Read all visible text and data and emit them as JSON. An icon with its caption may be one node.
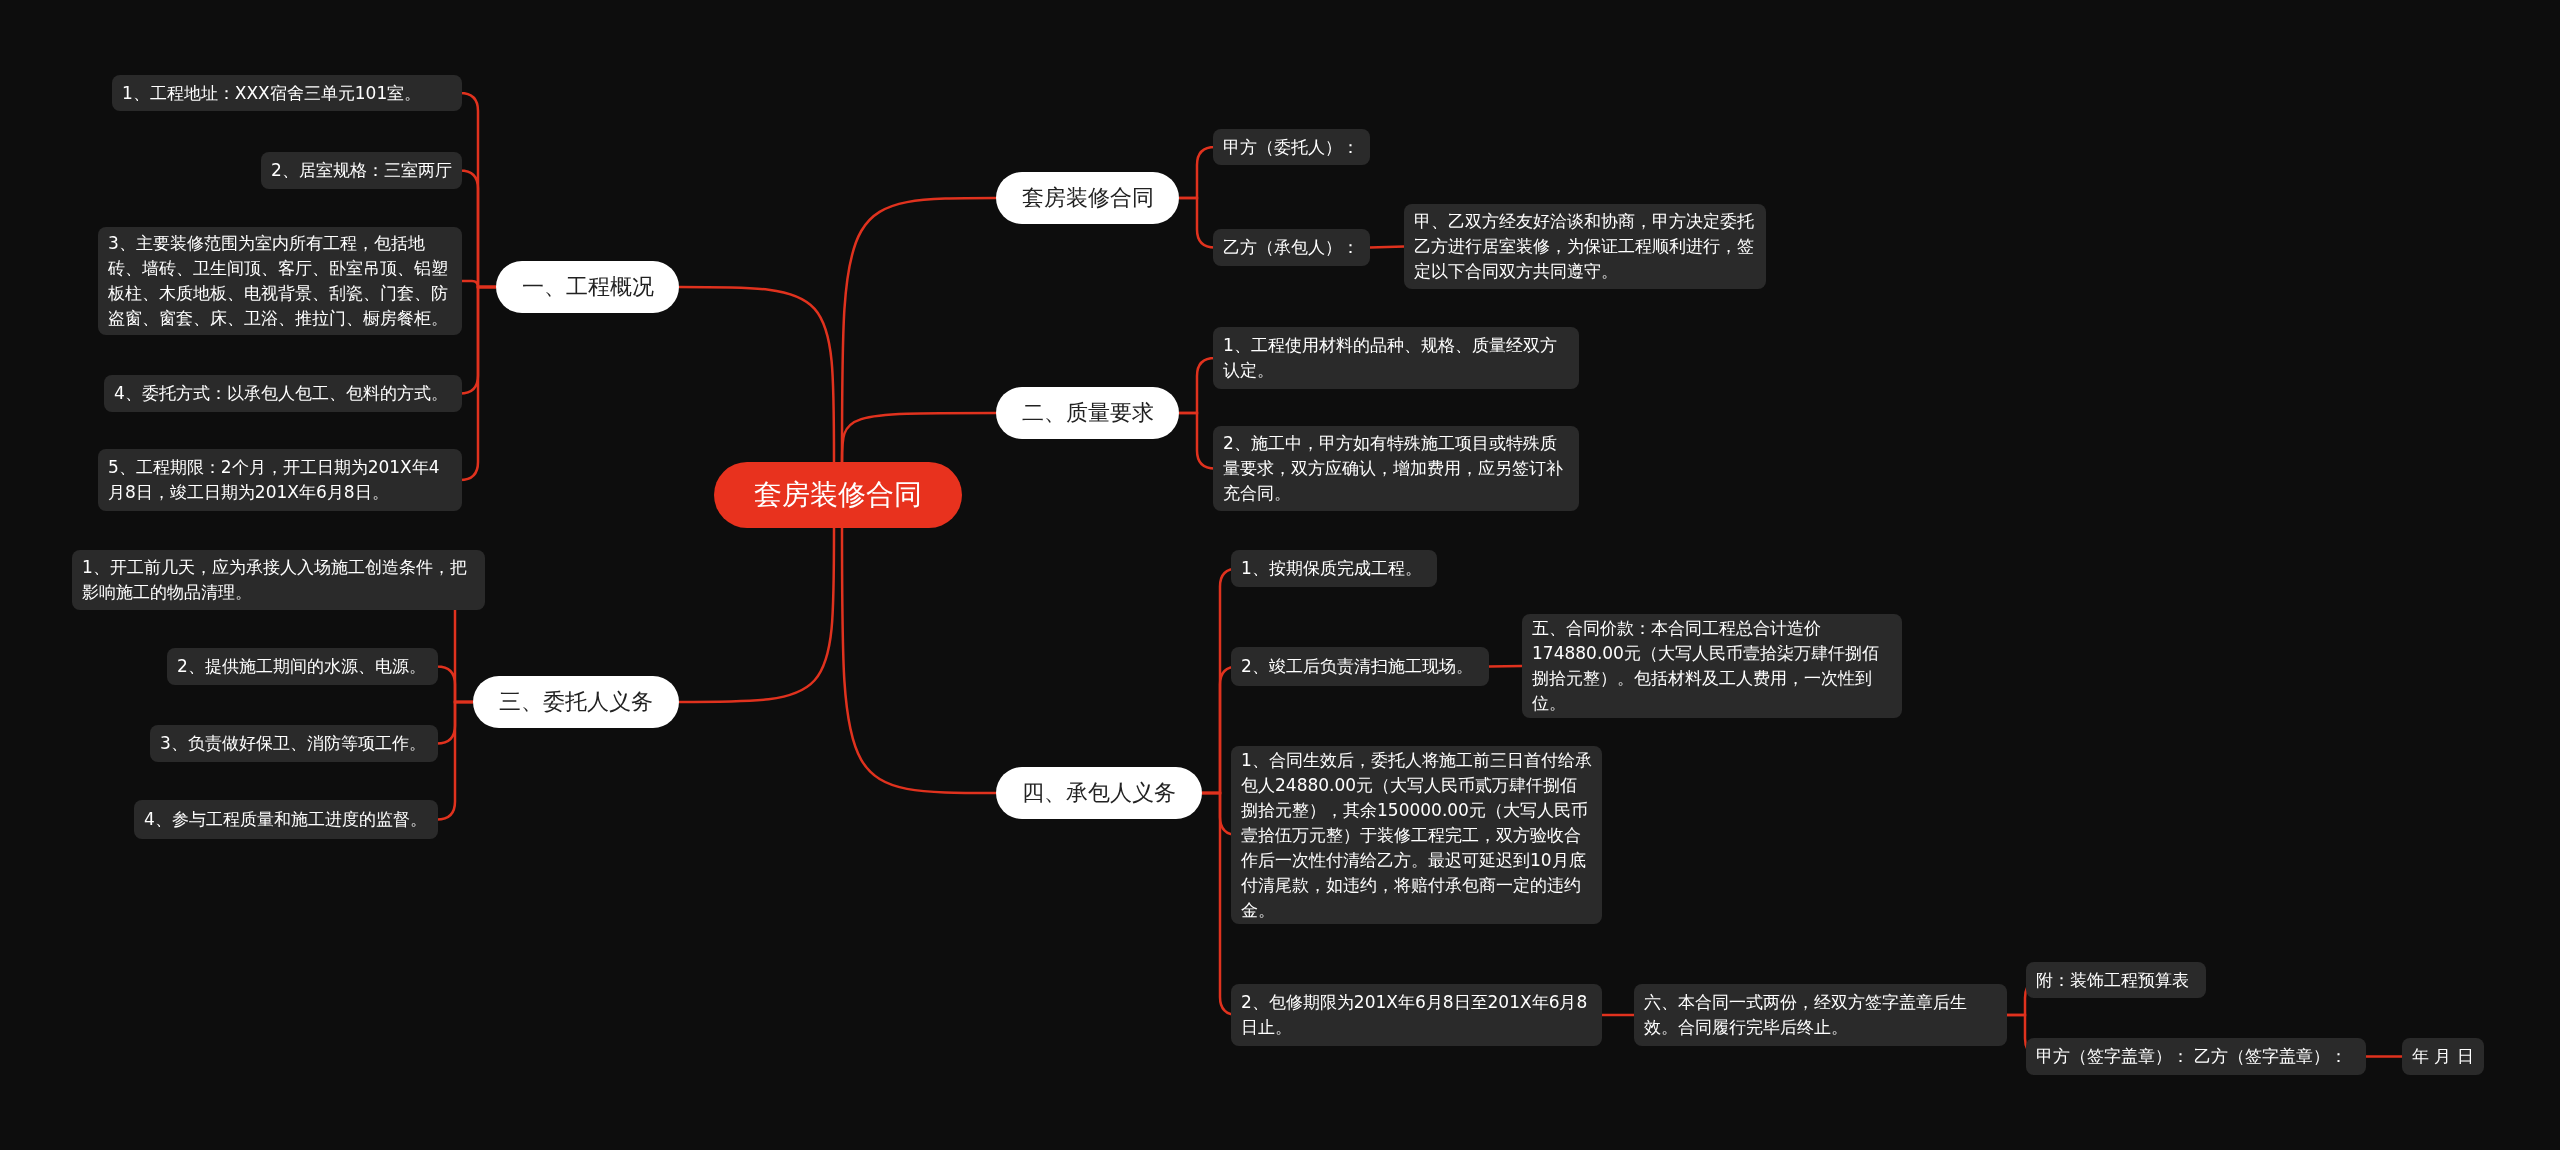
{
  "diagram": {
    "nodes": [
      {
        "text": [
          "套房装修合同"
        ]
      },
      {
        "text": [
          "一、工程概况"
        ]
      },
      {
        "text": [
          "1、工程地址：XXX宿舍三单元101室。"
        ]
      },
      {
        "text": [
          "2、居室规格：三室两厅"
        ]
      },
      {
        "text": [
          "3、主要装修范围为室内所有工程，包括地砖、墙砖、卫生间顶、客厅、卧室吊顶、铝塑板柱、木质地板、电视背景、刮瓷、门套、防盗窗、窗套、床、卫浴、推拉门、橱房餐柜。"
        ]
      },
      {
        "text": [
          "4、委托方式：以承包人包工、包料的方式。"
        ]
      },
      {
        "text": [
          "5、工程期限：2个月，开工日期为201X年4月8日，竣工日期为201X年6月8日。"
        ]
      },
      {
        "text": [
          "三、委托人义务"
        ]
      },
      {
        "text": [
          "1、开工前几天，应为承接人入场施工创造条件，把影响施工的物品清理。"
        ]
      },
      {
        "text": [
          "2、提供施工期间的水源、电源。"
        ]
      },
      {
        "text": [
          "3、负责做好保卫、消防等项工作。"
        ]
      },
      {
        "text": [
          "4、参与工程质量和施工进度的监督。"
        ]
      },
      {
        "text": [
          "套房装修合同"
        ]
      },
      {
        "text": [
          "甲方（委托人）："
        ]
      },
      {
        "text": [
          "乙方（承包人）："
        ]
      },
      {
        "text": [
          "甲、乙双方经友好洽谈和协商，甲方决定委托乙方进行居室装修，为保证工程顺利进行，签定以下合同双方共同遵守。"
        ]
      },
      {
        "text": [
          "二、质量要求"
        ]
      },
      {
        "text": [
          "1、工程使用材料的品种、规格、质量经双方认定。"
        ]
      },
      {
        "text": [
          "2、施工中，甲方如有特殊施工项目或特殊质量要求，双方应确认，增加费用，应另签订补充合同。"
        ]
      },
      {
        "text": [
          "四、承包人义务"
        ]
      },
      {
        "text": [
          "1、按期保质完成工程。"
        ]
      },
      {
        "text": [
          "2、竣工后负责清扫施工现场。"
        ]
      },
      {
        "text": [
          "五、合同价款：本合同工程总合计造价174880.00元（大写人民币壹拾柒万肆仟捌佰捌拾元整）。包括材料及工人费用，一次性到位。"
        ]
      },
      {
        "text": [
          "1、合同生效后，委托人将施工前三日首付给承包人24880.00元（大写人民币贰万肆仟捌佰捌拾元整），其余150000.00元（大写人民币壹拾伍万元整）于装修工程完工，双方验收合作后一次性付清给乙方。最迟可延迟到10月底付清尾款，如违约，将赔付承包商一定的违约金。"
        ]
      },
      {
        "text": [
          "2、包修期限为201X年6月8日至201X年6月8日止。"
        ]
      },
      {
        "text": [
          "六、本合同一式两份，经双方签字盖章后生效。合同履行完毕后终止。"
        ]
      },
      {
        "text": [
          "附：装饰工程预算表"
        ]
      },
      {
        "text": [
          "甲方（签字盖章）： 乙方（签字盖章）："
        ]
      },
      {
        "text": [
          "年 月 日"
        ]
      }
    ],
    "edges": [
      {
        "from": 0,
        "to": 1,
        "arrow": "none"
      },
      {
        "from": 1,
        "to": 2,
        "arrow": "none"
      },
      {
        "from": 1,
        "to": 3,
        "arrow": "none"
      },
      {
        "from": 1,
        "to": 4,
        "arrow": "none"
      },
      {
        "from": 1,
        "to": 5,
        "arrow": "none"
      },
      {
        "from": 1,
        "to": 6,
        "arrow": "none"
      },
      {
        "from": 0,
        "to": 7,
        "arrow": "none"
      },
      {
        "from": 7,
        "to": 8,
        "arrow": "none"
      },
      {
        "from": 7,
        "to": 9,
        "arrow": "none"
      },
      {
        "from": 7,
        "to": 10,
        "arrow": "none"
      },
      {
        "from": 7,
        "to": 11,
        "arrow": "none"
      },
      {
        "from": 0,
        "to": 12,
        "arrow": "none"
      },
      {
        "from": 12,
        "to": 13,
        "arrow": "none"
      },
      {
        "from": 12,
        "to": 14,
        "arrow": "none"
      },
      {
        "from": 14,
        "to": 15,
        "arrow": "none"
      },
      {
        "from": 0,
        "to": 16,
        "arrow": "none"
      },
      {
        "from": 16,
        "to": 17,
        "arrow": "none"
      },
      {
        "from": 16,
        "to": 18,
        "arrow": "none"
      },
      {
        "from": 0,
        "to": 19,
        "arrow": "none"
      },
      {
        "from": 19,
        "to": 20,
        "arrow": "none"
      },
      {
        "from": 19,
        "to": 21,
        "arrow": "none"
      },
      {
        "from": 21,
        "to": 22,
        "arrow": "none"
      },
      {
        "from": 19,
        "to": 23,
        "arrow": "none"
      },
      {
        "from": 19,
        "to": 24,
        "arrow": "none"
      },
      {
        "from": 24,
        "to": 25,
        "arrow": "none"
      },
      {
        "from": 25,
        "to": 26,
        "arrow": "none"
      },
      {
        "from": 25,
        "to": 27,
        "arrow": "none"
      },
      {
        "from": 27,
        "to": 28,
        "arrow": "none"
      }
    ]
  }
}
